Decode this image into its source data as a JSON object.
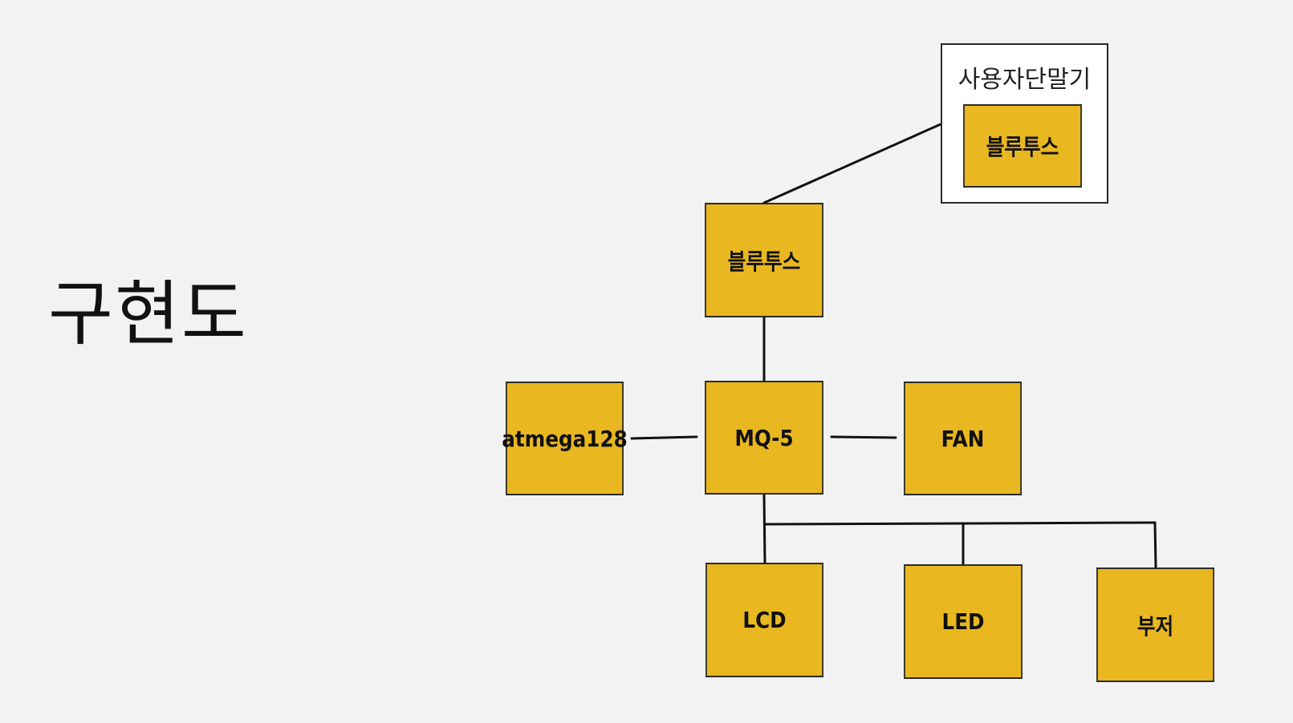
{
  "slide": {
    "title": "구현도"
  },
  "terminal": {
    "label": "사용자단말기",
    "bluetooth_label": "블루투스"
  },
  "nodes": {
    "bluetooth": "블루투스",
    "mq5": "MQ-5",
    "atmega": "atmega128",
    "fan": "FAN",
    "lcd": "LCD",
    "led": "LED",
    "buzzer": "부저"
  },
  "colors": {
    "background": "#f2f2f2",
    "node_fill": "#e9b820",
    "node_border": "#2a2a2a",
    "terminal_fill": "#ffffff",
    "line": "#111111"
  }
}
